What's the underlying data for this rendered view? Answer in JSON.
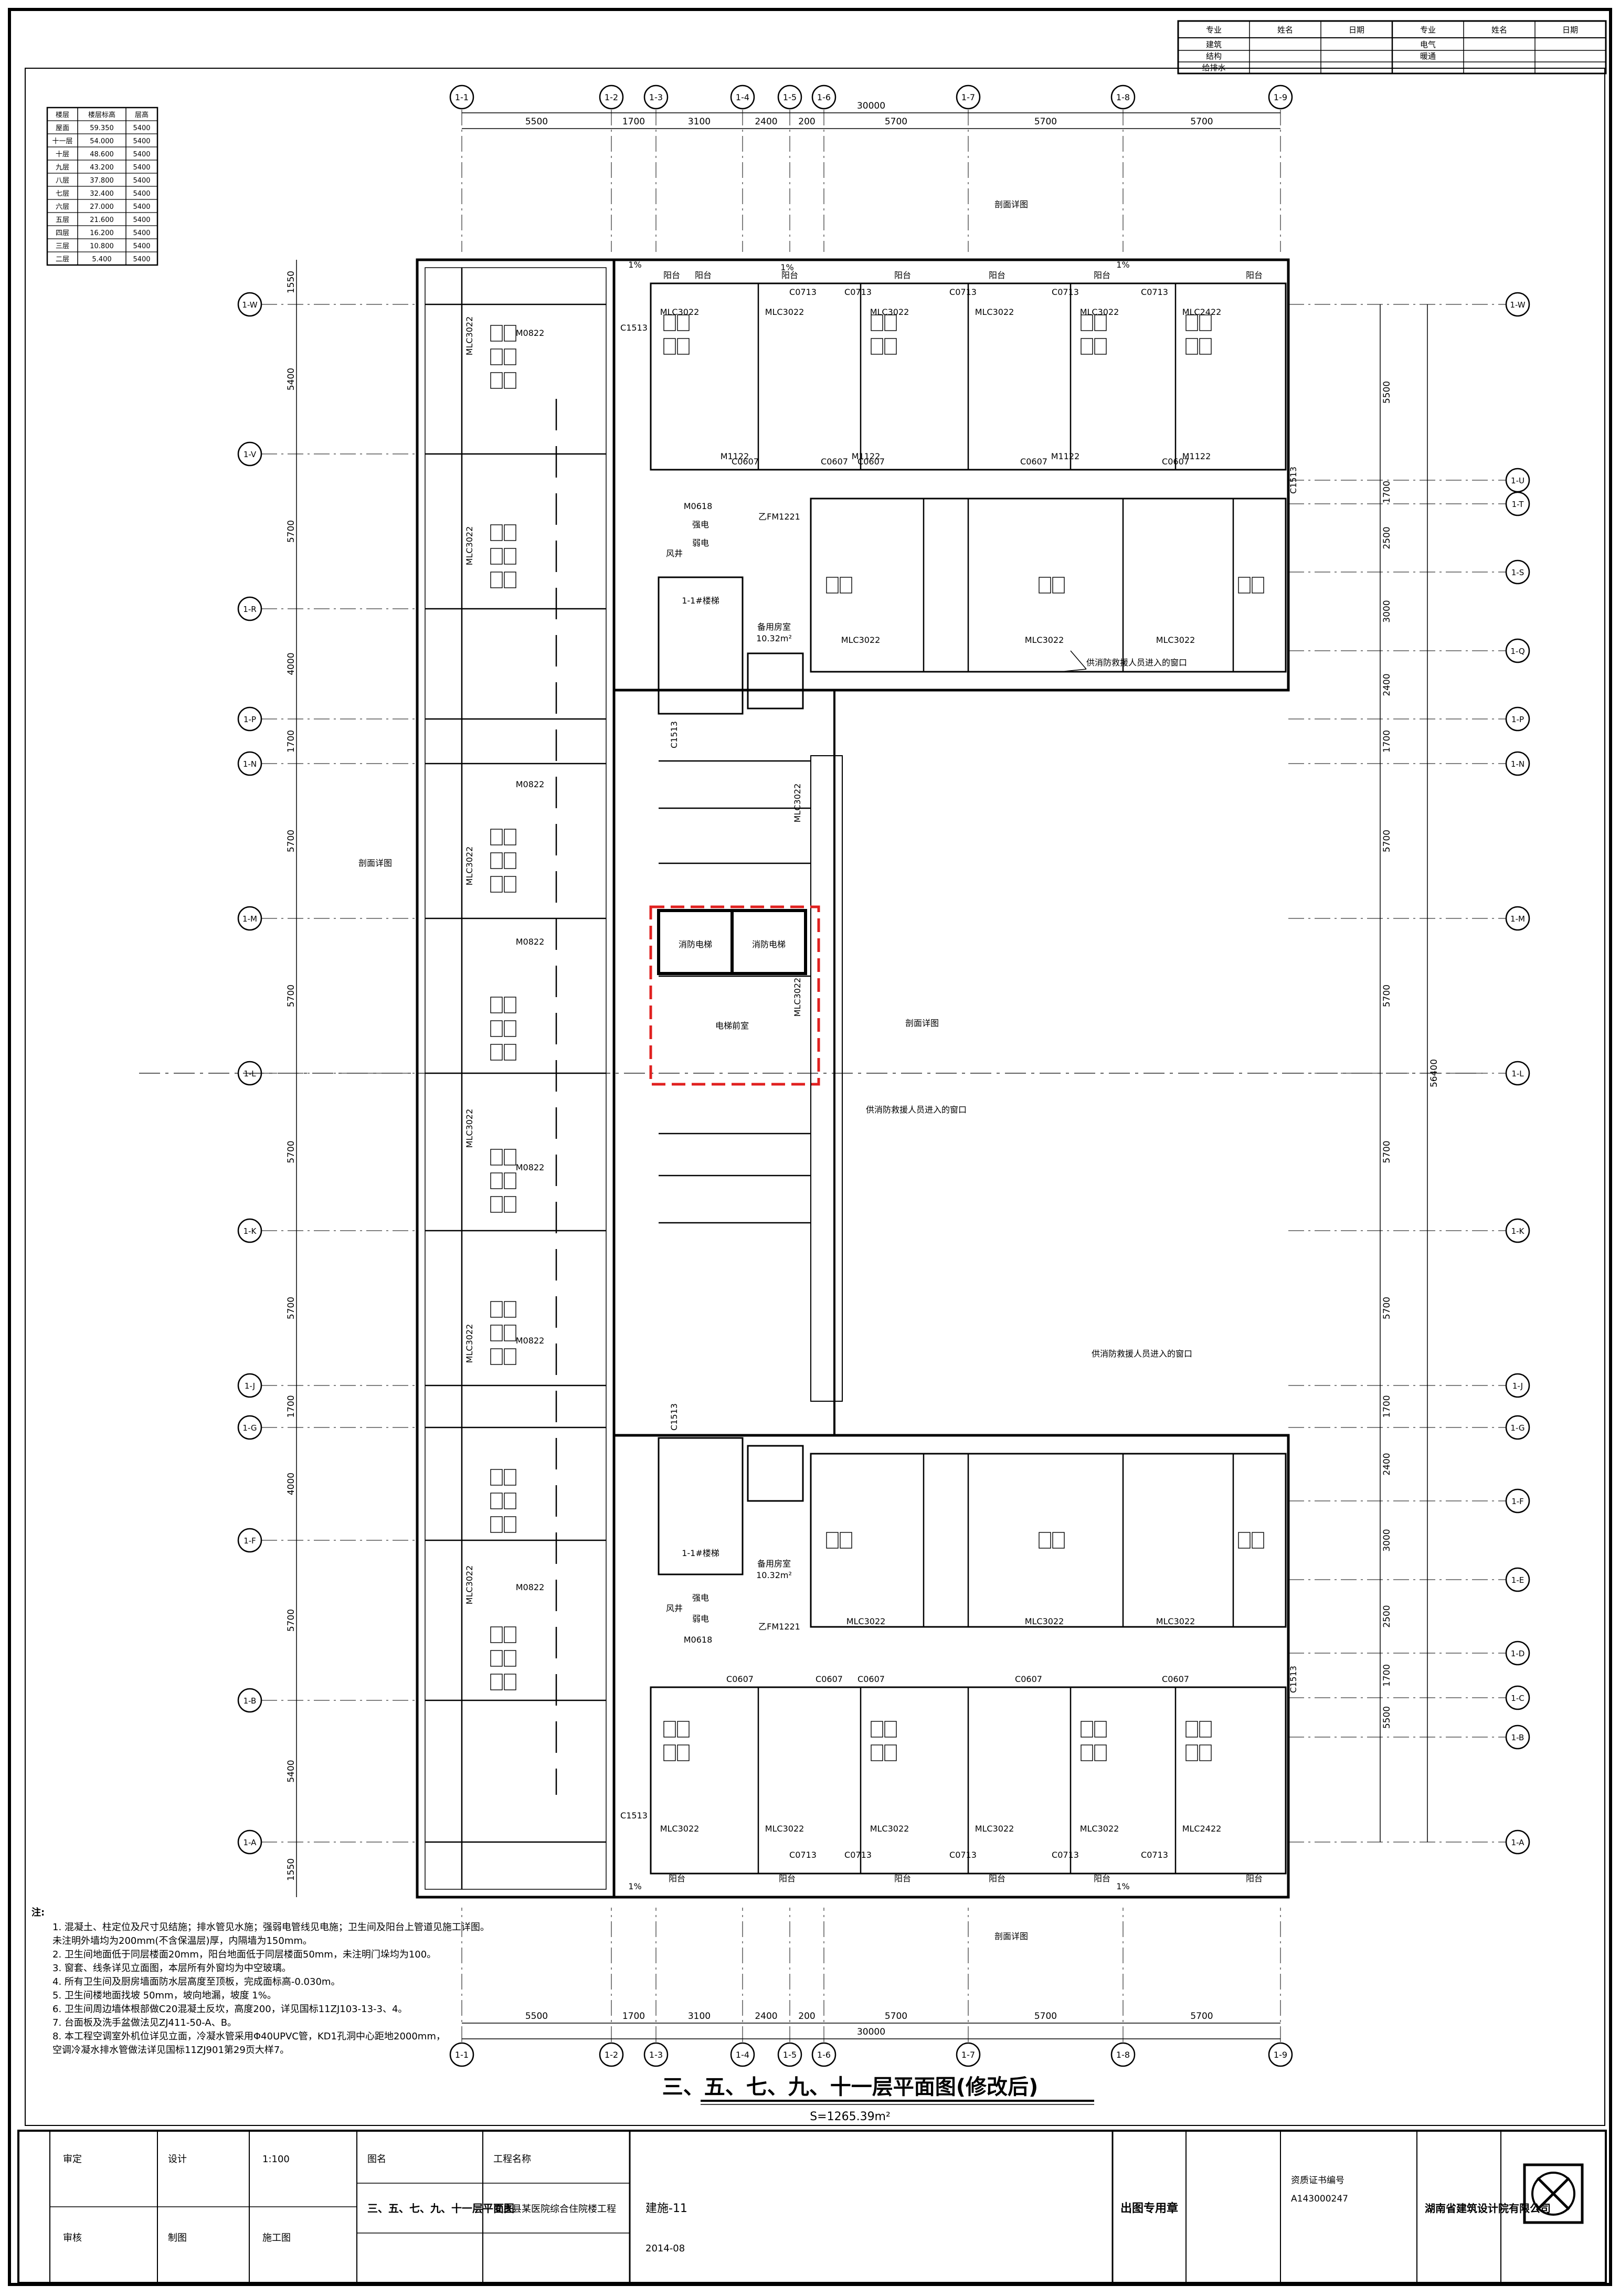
{
  "sheet": {
    "title": "三、五、七、九、十一层平面图(修改后)",
    "area": "S=1265.39m²",
    "design_unit": "湖南省建筑设计院有限公司",
    "logo_icon": "company-logo-icon",
    "stamp_text": "出图专用章",
    "drawing_no": "建施-11",
    "date": "2014-08"
  },
  "revision_table": {
    "headers": [
      "专业",
      "姓名",
      "日期",
      "专业",
      "姓名",
      "日期"
    ],
    "rows": [
      [
        "建筑",
        "",
        "",
        "电气",
        "",
        ""
      ],
      [
        "结构",
        "",
        "",
        "暖通",
        "",
        ""
      ],
      [
        "给排水",
        "",
        "",
        "",
        "",
        ""
      ]
    ]
  },
  "floor_table": {
    "headers": [
      "楼层",
      "楼层标高",
      "层高"
    ],
    "rows": [
      [
        "屋面",
        "59.350",
        "5400"
      ],
      [
        "十一层",
        "54.000",
        "5400"
      ],
      [
        "十层",
        "48.600",
        "5400"
      ],
      [
        "九层",
        "43.200",
        "5400"
      ],
      [
        "八层",
        "37.800",
        "5400"
      ],
      [
        "七层",
        "32.400",
        "5400"
      ],
      [
        "六层",
        "27.000",
        "5400"
      ],
      [
        "五层",
        "21.600",
        "5400"
      ],
      [
        "四层",
        "16.200",
        "5400"
      ],
      [
        "三层",
        "10.800",
        "5400"
      ],
      [
        "二层",
        "5.400",
        "5400"
      ]
    ]
  },
  "grid": {
    "cols": [
      "1-1",
      "1-2",
      "1-3",
      "1-4",
      "1-5",
      "1-6",
      "1-7",
      "1-8",
      "1-9"
    ],
    "dims_top": [
      "5500",
      "1700",
      "3100",
      "2400",
      "200",
      "5700",
      "5700",
      "5700"
    ],
    "total_width": "30000",
    "rows_left": [
      "1-W",
      "1-V",
      "1-R",
      "1-P",
      "1-N",
      "1-M",
      "1-L",
      "1-K",
      "1-J",
      "1-G",
      "1-F",
      "1-B",
      "1-A"
    ],
    "dims_left": [
      "1550",
      "5400",
      "5700",
      "4000",
      "1700",
      "5700",
      "5700",
      "5700",
      "5700",
      "1700",
      "4000",
      "5700",
      "5400",
      "1550"
    ],
    "rows_right": [
      "1-W",
      "1-U",
      "1-T",
      "1-S",
      "1-Q",
      "1-P",
      "1-N",
      "1-M",
      "1-L",
      "1-K",
      "1-J",
      "1-G",
      "1-F",
      "1-E",
      "1-D",
      "1-C",
      "1-B",
      "1-A"
    ],
    "dims_right": [
      "5500",
      "1700",
      "2500",
      "3000",
      "2400",
      "1700",
      "5700",
      "5700",
      "5700",
      "5700",
      "1700",
      "2400",
      "3000",
      "2500",
      "1700",
      "5500"
    ],
    "total_height": "56400"
  },
  "labels": {
    "window_mlc3022": "MLC3022",
    "window_mlc2422": "MLC2422",
    "window_c0713": "C0713",
    "window_c0607": "C0607",
    "window_c1513": "C1513",
    "door_m0822": "M0822",
    "door_m1122": "M1122",
    "door_m0618": "M0618",
    "door_fm1221": "乙FM1221",
    "balcony": "阳台",
    "stair": "1-1#楼梯",
    "storage": "备用房室",
    "storage_area": "10.32m²",
    "elevator_hall": "电梯前室",
    "elevator_car": "消防电梯",
    "shaft": "风井",
    "strong": "强电",
    "weak": "弱电",
    "rescue_window": "供消防救援人员进入的窗口",
    "section_ref": "剖面详图",
    "slope": "1%"
  },
  "notes": {
    "heading": "注:",
    "lines": [
      "1. 混凝土、柱定位及尺寸见结施；排水管见水施；强弱电管线见电施；卫生间及阳台上管道见施工详图。",
      "   未注明外墙均为200mm(不含保温层)厚，内隔墙为150mm。",
      "2. 卫生间地面低于同层楼面20mm，阳台地面低于同层楼面50mm，未注明门垛均为100。",
      "3. 窗套、线条详见立面图，本层所有外窗均为中空玻璃。",
      "4. 所有卫生间及厨房墙面防水层高度至顶板，完成面标高-0.030m。",
      "5. 卫生间楼地面找坡 50mm，坡向地漏，坡度 1%。",
      "6. 卫生间周边墙体根部做C20混凝土反坎，高度200，详见国标11ZJ103-13-3、4。",
      "7. 台面板及洗手盆做法见ZJ411-50-A、B。",
      "8. 本工程空调室外机位详见立面，冷凝水管采用Φ40UPVC管，KD1孔洞中心距地2000mm，",
      "   空调冷凝水排水管做法详见国标11ZJ901第29页大样7。"
    ]
  },
  "title_block": {
    "project_label": "工程名称",
    "project": "安乡县某医院综合住院楼工程",
    "drawing_label": "图名",
    "drawing": "三、五、七、九、十一层平面图",
    "approved": "审定",
    "checked": "审核",
    "designed": "设计",
    "drawn": "制图",
    "scale": "1:100",
    "phase": "施工图",
    "cert_label": "资质证书编号",
    "cert_no": "A143000247"
  }
}
